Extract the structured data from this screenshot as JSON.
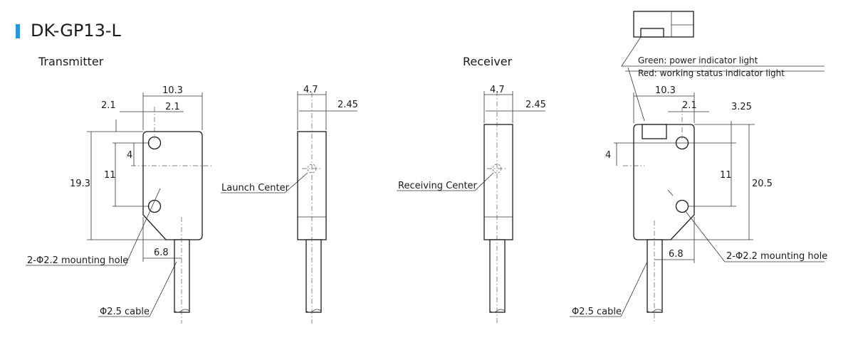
{
  "header": {
    "title": "DK-GP13-L",
    "accent_color": "#1e9be8"
  },
  "sections": {
    "transmitter": "Transmitter",
    "receiver": "Receiver"
  },
  "transmitter": {
    "width": "10.3",
    "hole_offset_top": "2.1",
    "hole_offset_side": "2.1",
    "center_offset": "4",
    "hole_spacing": "11",
    "height": "19.3",
    "cable_offset": "6.8",
    "mounting_hole": "2-Φ2.2 mounting hole",
    "cable": "Φ2.5 cable"
  },
  "transmitter_side": {
    "thickness": "4.7",
    "half_thickness": "2.45",
    "center_label": "Launch Center"
  },
  "receiver_side": {
    "thickness": "4.7",
    "half_thickness": "2.45",
    "center_label": "Receiving Center"
  },
  "receiver": {
    "width": "10.3",
    "hole_offset_side": "2.1",
    "top_offset": "3.25",
    "center_offset": "4",
    "hole_spacing": "11",
    "height": "20.5",
    "cable_offset": "6.8",
    "mounting_hole": "2-Φ2.2 mounting hole",
    "cable": "Φ2.5 cable",
    "indicator_green": "Green: power indicator light",
    "indicator_red": "Red: working status indicator light"
  }
}
